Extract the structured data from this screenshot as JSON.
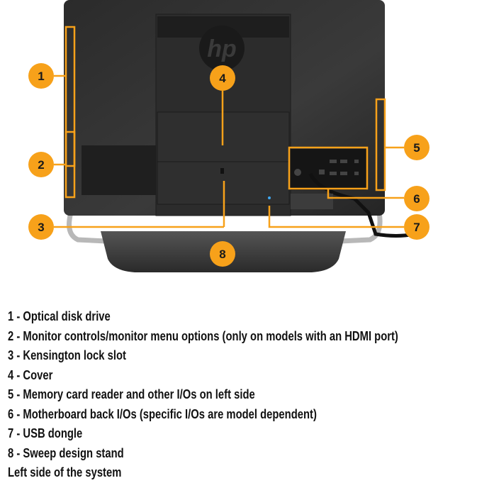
{
  "figure": {
    "callouts": [
      "1",
      "2",
      "3",
      "4",
      "5",
      "6",
      "7",
      "8"
    ],
    "accent_color": "#f7a11a",
    "brand_logo": "hp"
  },
  "legend": [
    "1 - Optical disk drive",
    "2 - Monitor controls/monitor menu options (only on models with an HDMI port)",
    "3 - Kensington lock slot",
    "4 - Cover",
    "5 - Memory card reader and other I/Os on left side",
    "6 - Motherboard back I/Os (specific I/Os are model dependent)",
    "7 - USB dongle",
    "8 - Sweep design stand",
    "Left side of the system"
  ]
}
